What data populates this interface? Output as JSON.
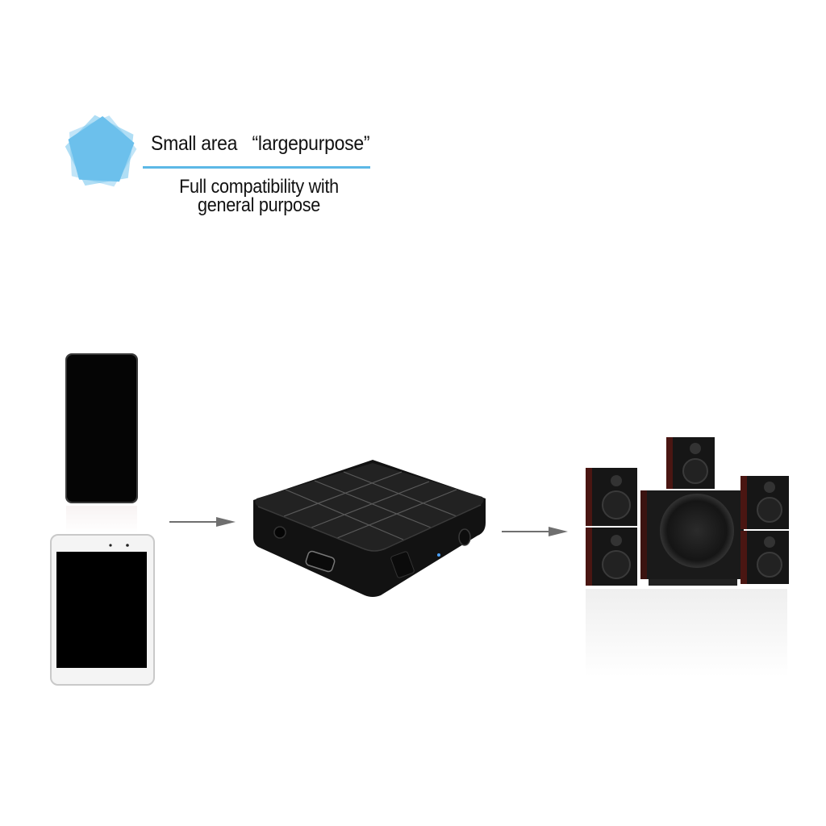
{
  "header": {
    "badge_icon": "pentagon-badge-icon",
    "headline": "Small area   “largepurpose”",
    "subheadline_line1": "Full compatibility with",
    "subheadline_line2": "general purpose"
  },
  "diagram": {
    "sources": [
      {
        "name": "smartphone",
        "icon": "smartphone-icon"
      },
      {
        "name": "tablet",
        "icon": "tablet-icon"
      }
    ],
    "hub": {
      "name": "bluetooth-audio-adapter",
      "icon": "adapter-box-icon"
    },
    "destination": {
      "name": "speaker-system",
      "icon": "speaker-system-icon"
    },
    "arrows": [
      {
        "from": "sources",
        "to": "hub"
      },
      {
        "from": "hub",
        "to": "destination"
      }
    ]
  },
  "colors": {
    "accent_blue": "#6cc0ec",
    "rule_blue": "#5cb8e6",
    "arrow_gray": "#6f6f6f",
    "device_black": "#1a1a1a",
    "speaker_wood": "#5a1a16"
  }
}
